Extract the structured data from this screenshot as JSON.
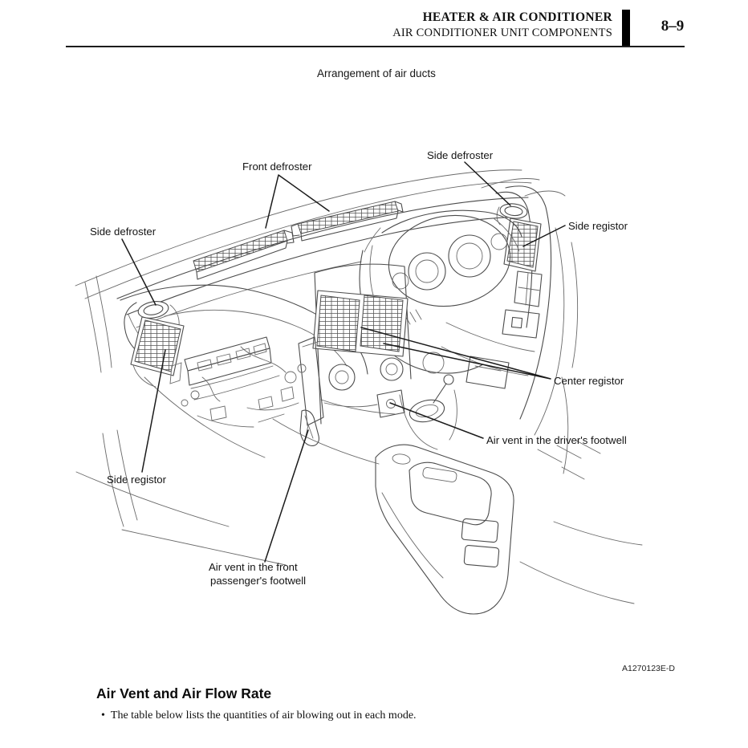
{
  "header": {
    "chapter": "HEATER & AIR CONDITIONER",
    "section": "AIR CONDITIONER UNIT COMPONENTS",
    "page_number": "8–9"
  },
  "figure": {
    "caption": "Arrangement of air ducts",
    "figure_code": "A1270123E-D",
    "labels": {
      "front_defroster": "Front defroster",
      "side_defroster_right": "Side defroster",
      "side_defroster_left": "Side defroster",
      "side_registor_right": "Side registor",
      "center_registor": "Center registor",
      "driver_footwell": "Air vent in the driver's footwell",
      "side_registor_left": "Side registor",
      "passenger_footwell_line1": "Air vent in the front",
      "passenger_footwell_line2": "passenger's footwell"
    }
  },
  "body_section": {
    "heading": "Air Vent and Air Flow Rate",
    "bullet_marker": "•",
    "bullet_text": "The table below lists the quantities of air blowing out in each mode."
  }
}
